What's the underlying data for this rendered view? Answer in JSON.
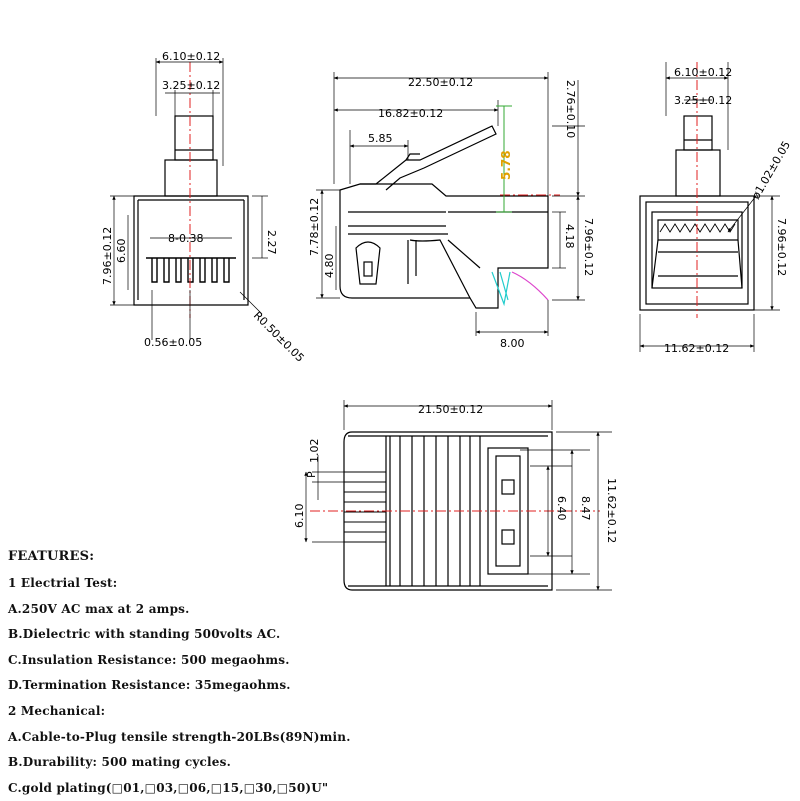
{
  "colors": {
    "line": "#000000",
    "centerline": "#e02020",
    "accent_green": "#33aa33",
    "accent_orange": "#e0a000",
    "accent_cyan": "#22cccc",
    "accent_magenta": "#dd44cc"
  },
  "front_view": {
    "width_top": "6.10±0.12",
    "width_inner": "3.25±0.12",
    "height_total": "7.96±0.12",
    "height_body": "6.60",
    "contact_pitch": "8-0.38",
    "height_side": "2.27",
    "pin_width": "0.56±0.05",
    "corner_radius": "R0.50±0.05"
  },
  "side_view": {
    "length_total": "22.50±0.12",
    "length_latch": "16.82±0.12",
    "latch_offset": "5.85",
    "height_latch": "5.78",
    "height_top": "2.76±0.10",
    "height_left": "7.78±0.12",
    "height_inner": "4.80",
    "height_right_inner": "4.18",
    "height_right": "7.96±0.12",
    "length_bottom": "8.00"
  },
  "rear_view": {
    "width_top": "6.10±0.12",
    "width_inner": "3.25±0.12",
    "hole_diameter": "ø1.02±0.05",
    "height": "7.96±0.12",
    "width_bottom": "11.62±0.12"
  },
  "top_view": {
    "length": "21.50±0.12",
    "pitch_label": "P",
    "pitch": "1.02",
    "width_contacts": "6.10",
    "inner_width": "6.40",
    "outer_width": "8.47",
    "total_width": "11.62±0.12"
  },
  "features": {
    "title": "FEATURES:",
    "lines": [
      "1 Electrial Test:",
      "A.250V AC max at 2 amps.",
      "B.Dielectric with standing 500volts AC.",
      "C.Insulation Resistance: 500 megaohms.",
      "D.Termination Resistance: 35megaohms.",
      "2 Mechanical:",
      "A.Cable-to-Plug tensile strength-20LBs(89N)min.",
      "B.Durability: 500 mating cycles.",
      "C.gold plating(□01,□03,□06,□15,□30,□50)U\""
    ]
  }
}
